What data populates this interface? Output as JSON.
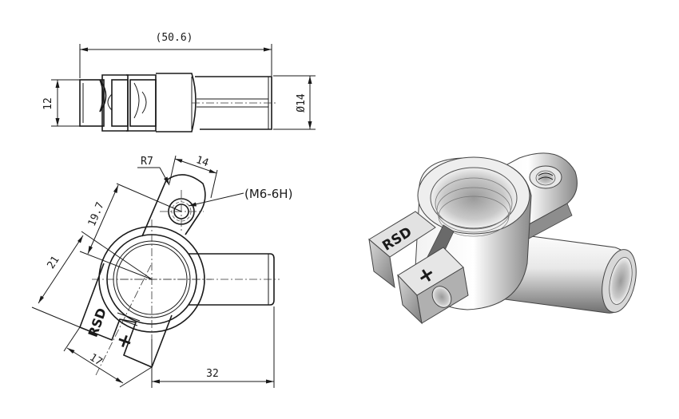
{
  "dimensions": {
    "overall_length": "(50.6)",
    "height": "12",
    "diameter": "Ø14",
    "radius": "R7",
    "lug_width": "14",
    "thread": "(M6-6H)",
    "dist_a": "19.7",
    "dist_b": "21",
    "dist_c": "17",
    "dist_d": "32"
  },
  "markings": {
    "brand": "RSD",
    "polarity": "+"
  }
}
